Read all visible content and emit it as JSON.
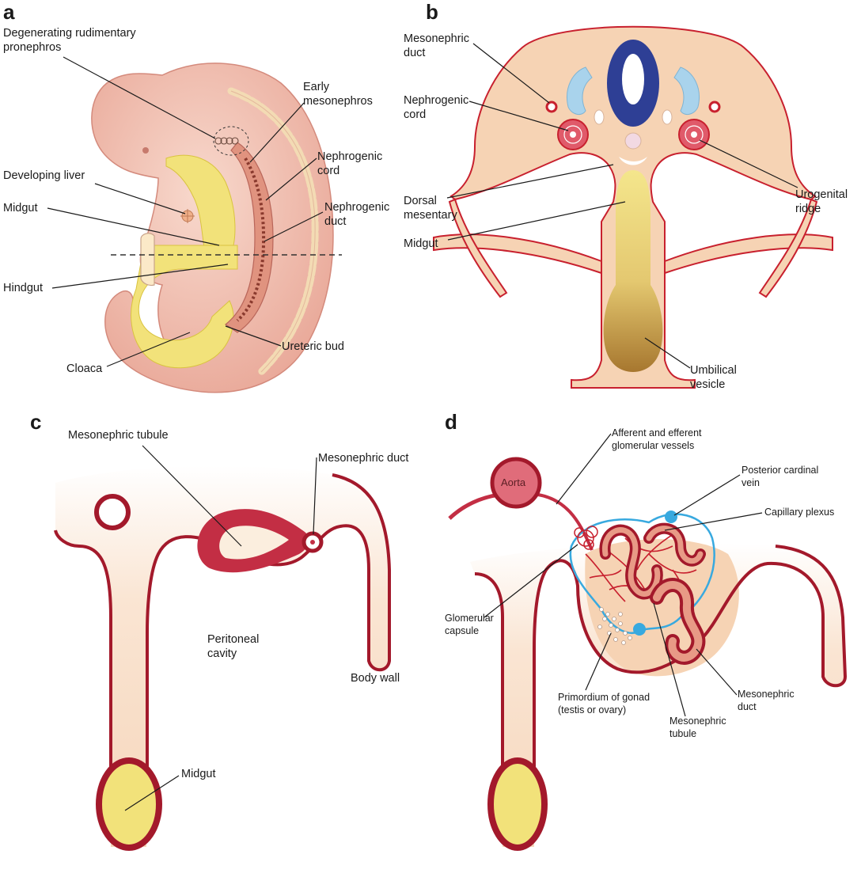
{
  "panels": {
    "a": {
      "letter": "a",
      "labels": {
        "pronephros": [
          "Degenerating rudimentary",
          "pronephros"
        ],
        "early_mesonephros": [
          "Early",
          "mesonephros"
        ],
        "nephrogenic_cord": [
          "Nephrogenic",
          "cord"
        ],
        "developing_liver": "Developing liver",
        "midgut": "Midgut",
        "nephrogenic_duct": [
          "Nephrogenic",
          "duct"
        ],
        "hindgut": "Hindgut",
        "ureteric_bud": "Ureteric bud",
        "cloaca": "Cloaca"
      }
    },
    "b": {
      "letter": "b",
      "labels": {
        "mesonephric_duct": [
          "Mesonephric",
          "duct"
        ],
        "nephrogenic_cord": [
          "Nephrogenic",
          "cord"
        ],
        "dorsal_mesentary": [
          "Dorsal",
          "mesentary"
        ],
        "midgut": "Midgut",
        "urogenital_ridge": [
          "Urogenital",
          "ridge"
        ],
        "umbilical_vesicle": [
          "Umbilical",
          "vesicle"
        ]
      }
    },
    "c": {
      "letter": "c",
      "labels": {
        "mesonephric_tubule": "Mesonephric tubule",
        "mesonephric_duct": "Mesonephric duct",
        "peritoneal_cavity": [
          "Peritoneal",
          "cavity"
        ],
        "body_wall": "Body wall",
        "midgut": "Midgut"
      }
    },
    "d": {
      "letter": "d",
      "labels": {
        "aorta": "Aorta",
        "glomerular_vessels": [
          "Afferent and efferent",
          "glomerular vessels"
        ],
        "posterior_cardinal_vein": [
          "Posterior cardinal",
          "vein"
        ],
        "capillary_plexus": "Capillary plexus",
        "glomerular_capsule": [
          "Glomerular",
          "capsule"
        ],
        "primordium_gonad": [
          "Primordium of gonad",
          "(testis or ovary)"
        ],
        "mesonephric_duct": [
          "Mesonephric",
          "duct"
        ],
        "mesonephric_tubule": [
          "Mesonephric",
          "tubule"
        ]
      }
    }
  },
  "colors": {
    "tissue": "#f6d3b4",
    "tissue_edge": "#c8202e",
    "embryo_skin": "#f0bcab",
    "gut_yellow": "#f2e27a",
    "aorta_blue": "#2e3f95",
    "vein_blue": "#38a9df",
    "pale_blue": "#a9d3ec",
    "dark_red": "#a3192b"
  }
}
